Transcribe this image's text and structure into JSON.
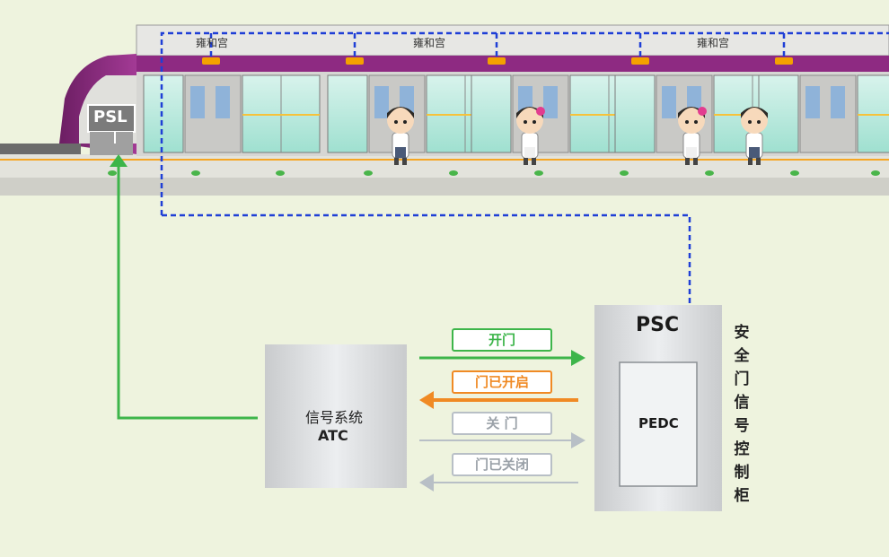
{
  "train": {
    "station_names": [
      "雍和宫",
      "雍和宫",
      "雍和宫"
    ],
    "psl_label": "PSL"
  },
  "atc": {
    "line1": "信号系统",
    "line2": "ATC"
  },
  "psc": {
    "title": "PSC",
    "inner": "PEDC",
    "side_label": "安全门信号控制柜"
  },
  "signals": [
    {
      "label": "开门",
      "direction": "to-psc",
      "color": "#3db54a"
    },
    {
      "label": "门已开启",
      "direction": "to-atc",
      "color": "#f08a24"
    },
    {
      "label": "关 门",
      "direction": "to-psc",
      "color": "#b8bfc6"
    },
    {
      "label": "门已关闭",
      "direction": "to-atc",
      "color": "#b8bfc6"
    }
  ],
  "colors": {
    "train_purple": "#8e2a82",
    "dashed_link": "#1f3fd6",
    "psl_link": "#3db54a"
  }
}
